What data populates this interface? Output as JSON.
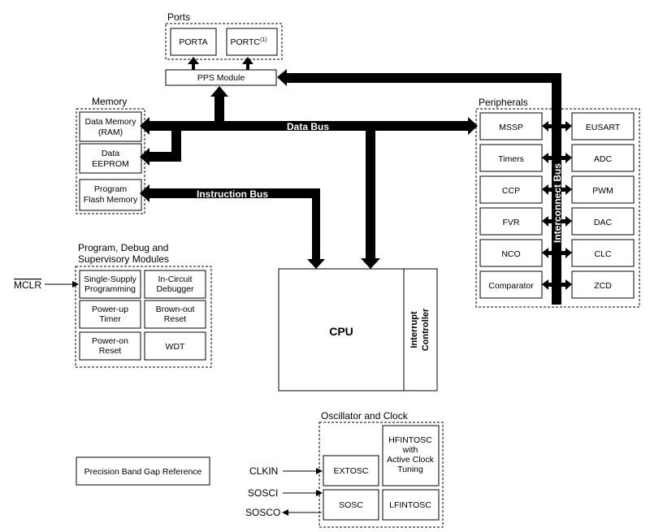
{
  "ports": {
    "title": "Ports",
    "porta": "PORTA",
    "portc": "PORTC",
    "portc_note": "(1)",
    "pps": "PPS Module"
  },
  "memory": {
    "title": "Memory",
    "data_memory": [
      "Data Memory",
      "(RAM)"
    ],
    "eeprom": [
      "Data",
      "EEPROM"
    ],
    "flash": [
      "Program",
      "Flash Memory"
    ]
  },
  "buses": {
    "data": "Data Bus",
    "instruction": "Instruction Bus",
    "interconnect": "Interconnect Bus"
  },
  "peripherals": {
    "title": "Peripherals",
    "left": [
      "MSSP",
      "Timers",
      "CCP",
      "FVR",
      "NCO",
      "Comparator"
    ],
    "right": [
      "EUSART",
      "ADC",
      "PWM",
      "DAC",
      "CLC",
      "ZCD"
    ]
  },
  "supervisory": {
    "title": [
      "Program, Debug and",
      "Supervisory Modules"
    ],
    "mclr": "MCLR",
    "items": [
      [
        "Single-Supply",
        "Programming"
      ],
      [
        "In-Circuit",
        "Debugger"
      ],
      [
        "Power-up",
        "Timer"
      ],
      [
        "Brown-out",
        "Reset"
      ],
      [
        "Power-on",
        "Reset"
      ],
      [
        "WDT"
      ]
    ]
  },
  "cpu": {
    "label": "CPU",
    "interrupt": [
      "Interrupt",
      "Controller"
    ]
  },
  "oscillator": {
    "title": "Oscillator and Clock",
    "extosc": "EXTOSC",
    "hfintosc": [
      "HFINTOSC",
      "with",
      "Active Clock",
      "Tuning"
    ],
    "sosc": "SOSC",
    "lfintosc": "LFINTOSC",
    "clkin": "CLKIN",
    "sosci": "SOSCI",
    "sosco": "SOSCO"
  },
  "bandgap": "Precision Band Gap Reference"
}
